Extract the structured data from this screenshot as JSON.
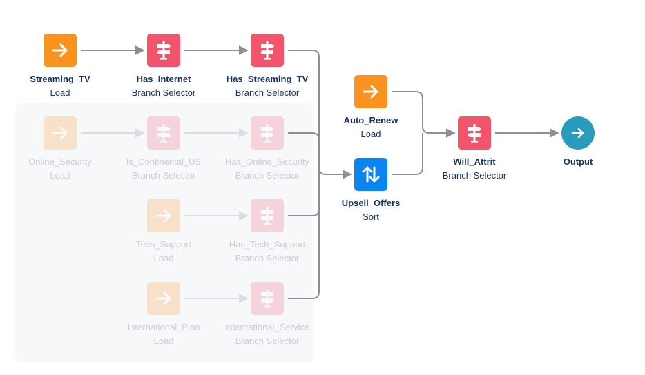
{
  "colors": {
    "load": "#f7931e",
    "branch": "#f2546b",
    "sort": "#0a84ee",
    "output": "#2a9bbd",
    "edge": "#8c9096",
    "edge_faded": "#dadde2"
  },
  "nodes": {
    "streaming_tv": {
      "name": "Streaming_TV",
      "kind": "Load",
      "icon": "arrow-right-icon"
    },
    "has_internet": {
      "name": "Has_Internet",
      "kind": "Branch Selector",
      "icon": "signpost-icon"
    },
    "has_streaming_tv": {
      "name": "Has_Streaming_TV",
      "kind": "Branch Selector",
      "icon": "signpost-icon"
    },
    "online_security": {
      "name": "Online_Security",
      "kind": "Load",
      "icon": "arrow-right-icon"
    },
    "is_continental_us": {
      "name": "Is_Continental_US",
      "kind": "Branch Selector",
      "icon": "signpost-icon"
    },
    "has_online_security": {
      "name": "Has_Online_Security",
      "kind": "Branch Selector",
      "icon": "signpost-icon"
    },
    "tech_support": {
      "name": "Tech_Support",
      "kind": "Load",
      "icon": "arrow-right-icon"
    },
    "has_tech_support": {
      "name": "Has_Tech_Support",
      "kind": "Branch Selector",
      "icon": "signpost-icon"
    },
    "international_plan": {
      "name": "International_Plan",
      "kind": "Load",
      "icon": "arrow-right-icon"
    },
    "international_service": {
      "name": "International_Service",
      "kind": "Branch Selector",
      "icon": "signpost-icon"
    },
    "auto_renew": {
      "name": "Auto_Renew",
      "kind": "Load",
      "icon": "arrow-right-icon"
    },
    "upsell_offers": {
      "name": "Upsell_Offers",
      "kind": "Sort",
      "icon": "sort-arrows-icon"
    },
    "will_attrit": {
      "name": "Will_Attrit",
      "kind": "Branch Selector",
      "icon": "signpost-icon"
    },
    "output": {
      "name": "Output",
      "kind": "",
      "icon": "arrow-right-icon"
    }
  }
}
